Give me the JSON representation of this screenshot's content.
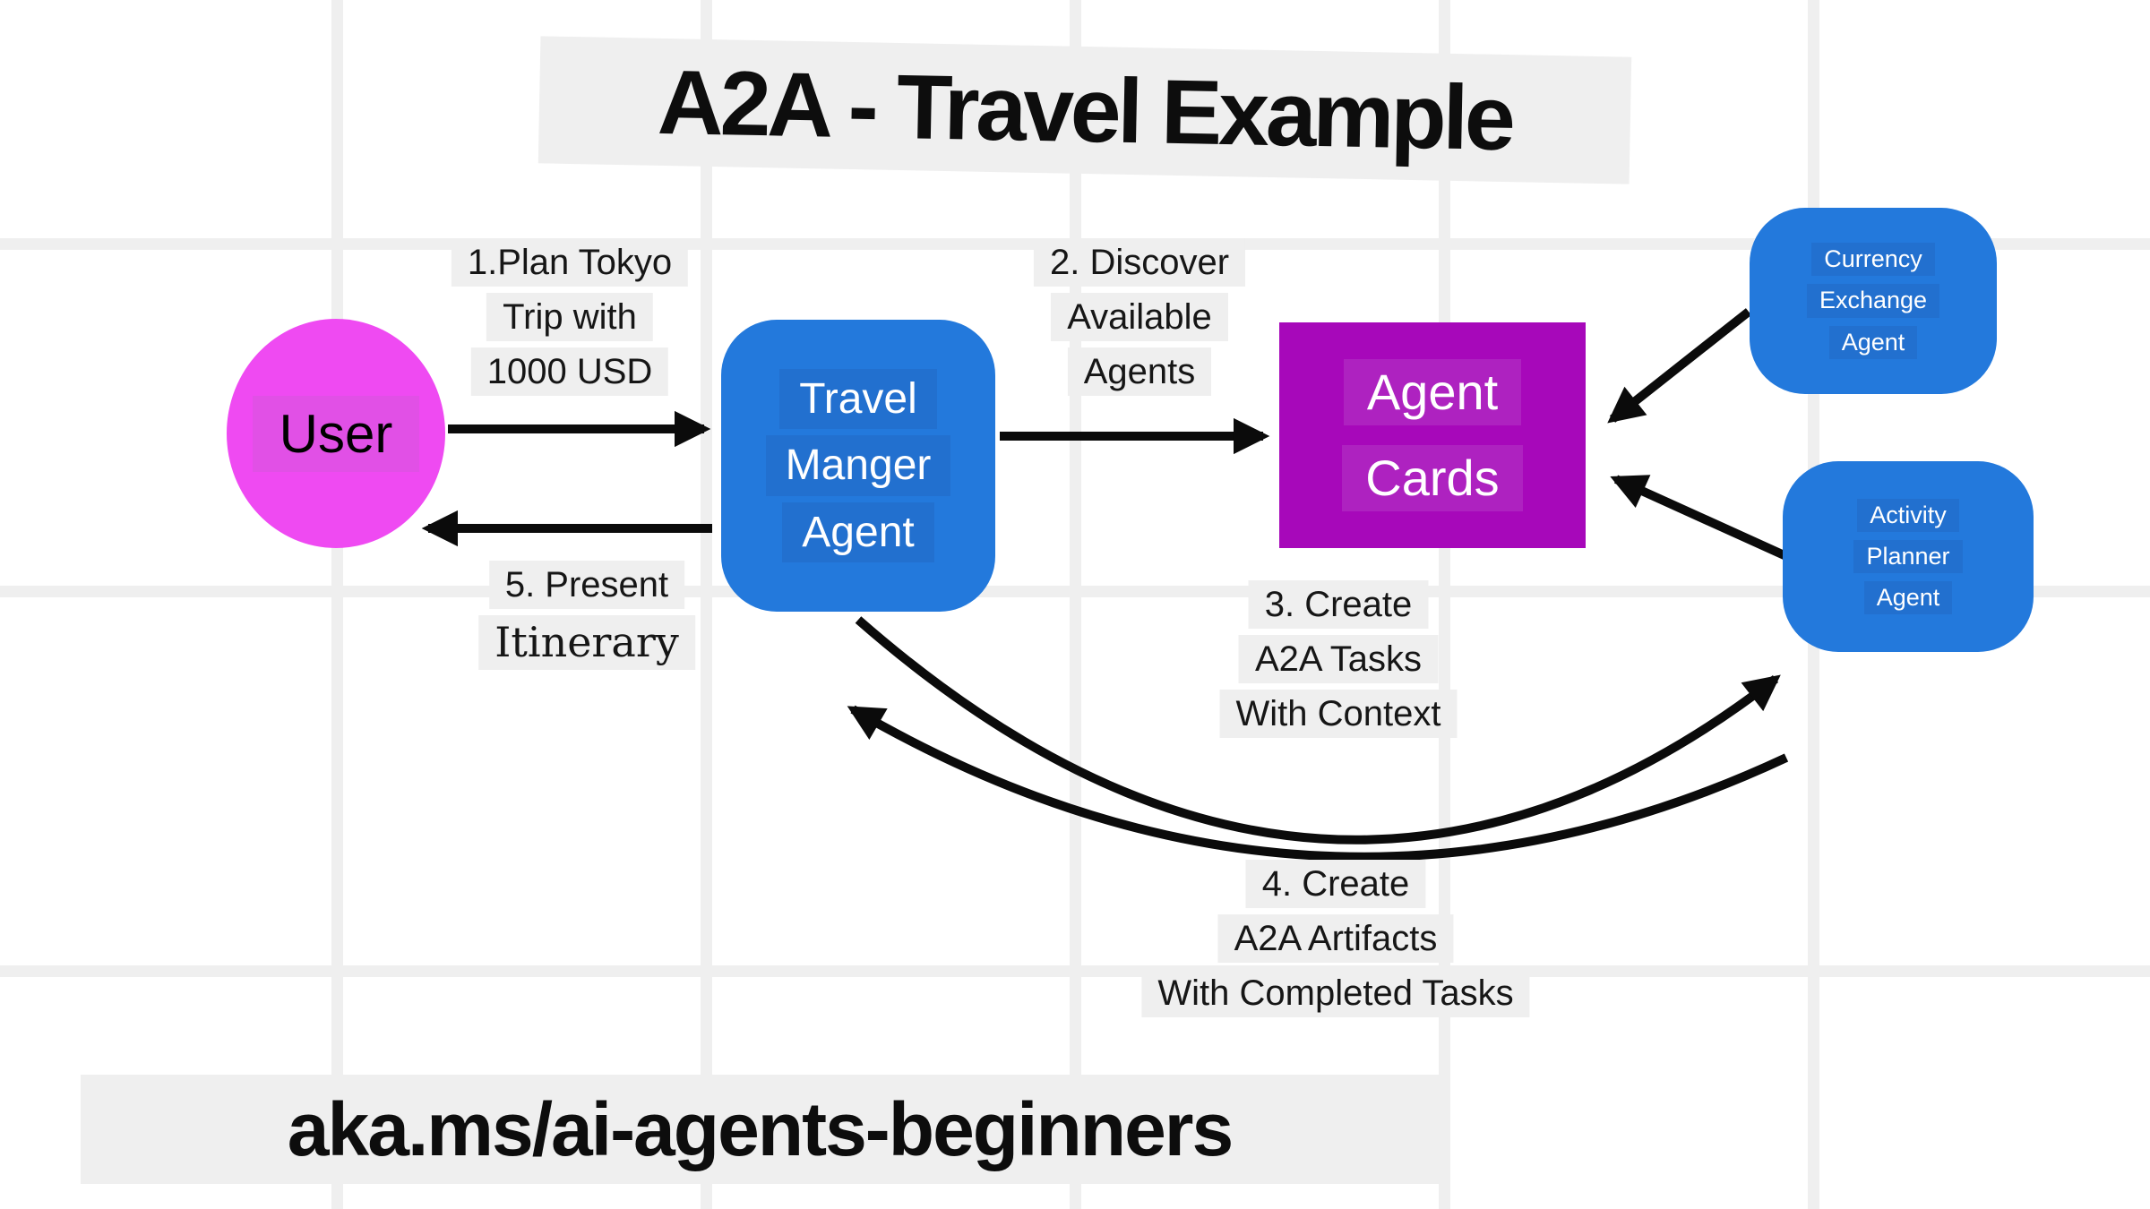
{
  "title": {
    "text": "A2A - Travel Example"
  },
  "nodes": {
    "user": {
      "label": "User",
      "shape": "circle",
      "fill": "#ef4af2",
      "highlight": "#e150e6",
      "text_color": "#000000"
    },
    "travel_manager": {
      "lines": [
        "Travel",
        "Manger",
        "Agent"
      ],
      "shape": "rounded-rect",
      "fill": "#2379dc",
      "highlight": "#2270cf",
      "text_color": "#ffffff"
    },
    "agent_cards": {
      "lines": [
        "Agent",
        "Cards"
      ],
      "shape": "rect",
      "fill": "#a708ba",
      "highlight": "#ae22c0",
      "text_color": "#ffffff"
    },
    "currency_exchange": {
      "lines": [
        "Currency",
        "Exchange",
        "Agent"
      ],
      "shape": "rounded-rect",
      "fill": "#2379dc",
      "highlight": "#2270cf",
      "text_color": "#ffffff"
    },
    "activity_planner": {
      "lines": [
        "Activity",
        "Planner",
        "Agent"
      ],
      "shape": "rounded-rect",
      "fill": "#2379dc",
      "highlight": "#2270cf",
      "text_color": "#ffffff"
    }
  },
  "steps": {
    "step1": {
      "lines": [
        "1.Plan Tokyo",
        "Trip with",
        "1000 USD"
      ],
      "from": "User",
      "to": "Travel Manger Agent"
    },
    "step2": {
      "lines": [
        "2. Discover",
        "Available",
        "Agents"
      ],
      "from": "Travel Manger Agent",
      "to": "Agent Cards"
    },
    "step3": {
      "lines": [
        "3. Create",
        "A2A Tasks",
        "With Context"
      ],
      "from": "Travel Manger Agent",
      "to": "Activity Planner Agent"
    },
    "step4": {
      "lines": [
        "4. Create",
        "A2A Artifacts",
        "With Completed Tasks"
      ],
      "from": "Activity Planner Agent",
      "to": "Travel Manger Agent"
    },
    "step5": {
      "lines": [
        "5. Present",
        "Itinerary"
      ],
      "from": "Travel Manger Agent",
      "to": "User"
    }
  },
  "footer": {
    "link_text": "aka.ms/ai-agents-beginners"
  },
  "colors": {
    "background": "#ffffff",
    "grid_line": "#efefef",
    "label_background": "#efefef",
    "arrow": "#0b0b0b",
    "title_text": "#0d0d0d"
  }
}
